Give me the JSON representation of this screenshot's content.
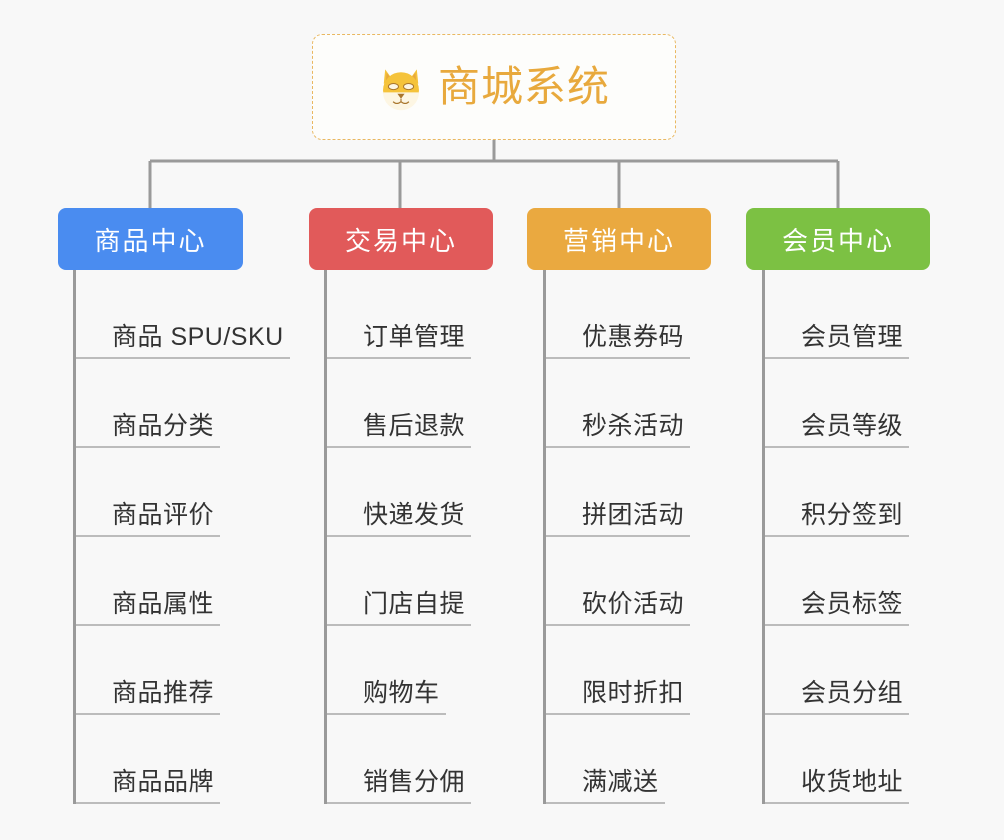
{
  "page": {
    "background_color": "#f8f8f8",
    "title": "商城系统"
  },
  "root": {
    "label": "商城系统",
    "icon": "shiba-inu-dog-face-emoji",
    "text_color": "#e8a93d",
    "border_color": "#e9b861",
    "background_color": "#fdfdfb"
  },
  "connector": {
    "color": "#9a9a9a"
  },
  "branches": [
    {
      "id": "product-center",
      "label": "商品中心",
      "color": "#4a8cf0",
      "items": [
        {
          "label": "商品 SPU/SKU"
        },
        {
          "label": "商品分类"
        },
        {
          "label": "商品评价"
        },
        {
          "label": "商品属性"
        },
        {
          "label": "商品推荐"
        },
        {
          "label": "商品品牌"
        }
      ]
    },
    {
      "id": "trade-center",
      "label": "交易中心",
      "color": "#e15a5a",
      "items": [
        {
          "label": "订单管理"
        },
        {
          "label": "售后退款"
        },
        {
          "label": "快递发货"
        },
        {
          "label": "门店自提"
        },
        {
          "label": "购物车"
        },
        {
          "label": "销售分佣"
        }
      ]
    },
    {
      "id": "marketing-center",
      "label": "营销中心",
      "color": "#eaa940",
      "items": [
        {
          "label": "优惠券码"
        },
        {
          "label": "秒杀活动"
        },
        {
          "label": "拼团活动"
        },
        {
          "label": "砍价活动"
        },
        {
          "label": "限时折扣"
        },
        {
          "label": "满减送"
        }
      ]
    },
    {
      "id": "member-center",
      "label": "会员中心",
      "color": "#7cc143",
      "items": [
        {
          "label": "会员管理"
        },
        {
          "label": "会员等级"
        },
        {
          "label": "积分签到"
        },
        {
          "label": "会员标签"
        },
        {
          "label": "会员分组"
        },
        {
          "label": "收货地址"
        }
      ]
    }
  ]
}
